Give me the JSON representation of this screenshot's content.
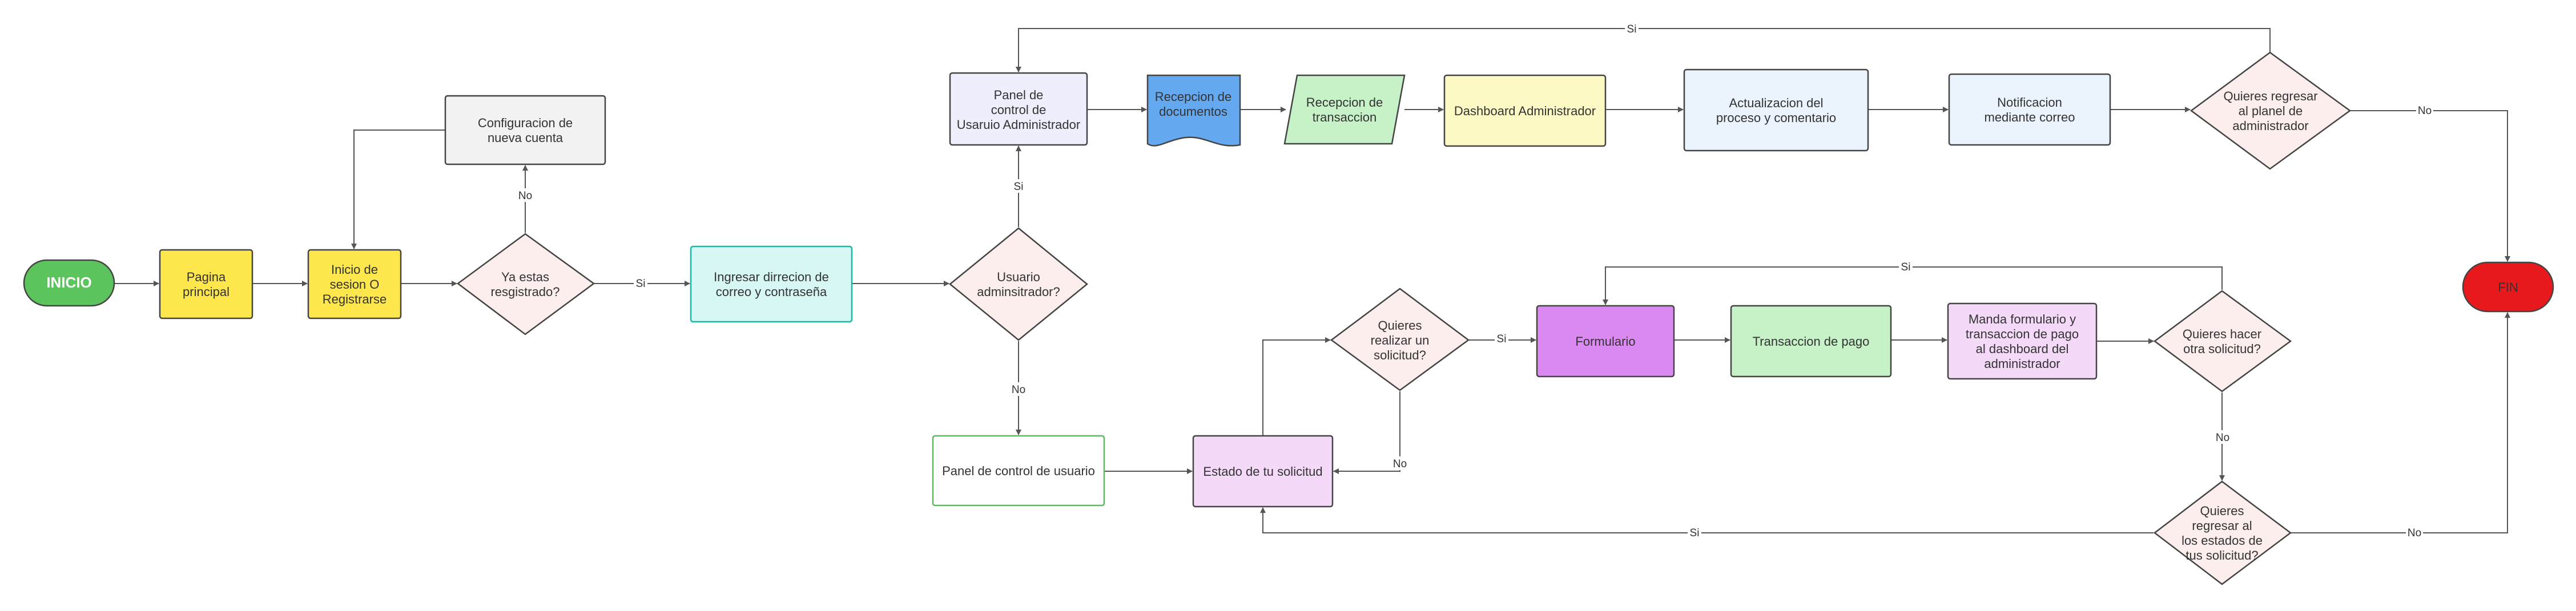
{
  "colors": {
    "line": "#555555",
    "stroke": "#444444",
    "text": "#333333",
    "start_fill": "#5cc45c",
    "end_fill": "#e8191c",
    "yellow": "#fde74c",
    "diamond": "#fdeeee",
    "grey": "#f2f2f3",
    "teal": "#d6f7f3",
    "teal_stroke": "#18b9a6",
    "lavender": "#eeeefc",
    "blue_doc": "#64a8f0",
    "green": "#c7f2c8",
    "light_yellow": "#fdf9c4",
    "light_blue": "#ebf3fd",
    "pink": "#f4d9f9",
    "magenta": "#db8af2",
    "white": "#ffffff",
    "green_stroke": "#5cb85c"
  },
  "nodes": {
    "inicio": "INICIO",
    "pagina": "Pagina principal",
    "inicio_sesion": "Inicio de sesion O Registrarse",
    "ya_registrado": "Ya estas resgistrado?",
    "config_cuenta": "Configuracion de nueva cuenta",
    "ingresar_correo": "Ingresar dirrecion de correo y contraseña",
    "usuario_admin": "Usuario adminsitrador?",
    "panel_admin": "Panel de control de Usaruio Administrador",
    "recepcion_docs": "Recepcion de documentos",
    "recepcion_trans": "Recepcion de transaccion",
    "dashboard_admin": "Dashboard Administrador",
    "actualizacion": "Actualizacion del proceso y comentario",
    "notificacion": "Notificacion mediante correo",
    "regresar_admin": "Quieres regresar al planel de administrador",
    "fin": "FIN",
    "panel_usuario": "Panel de control de usuario",
    "estado_solicitud": "Estado de tu solicitud",
    "realizar_solicitud": "Quieres realizar un solicitud?",
    "formulario": "Formulario",
    "transaccion_pago": "Transaccion de pago",
    "manda_formulario": "Manda formulario y transaccion de pago al dashboard del administrador",
    "otra_solicitud": "Quieres hacer otra solicitud?",
    "regresar_estados": "Quieres regresar al los estados de tus solicitud?"
  },
  "edge_labels": {
    "no_config": "No",
    "si_registrado": "Si",
    "si_admin": "Si",
    "no_admin": "No",
    "si_loop_admin": "Si",
    "no_fin_admin": "No",
    "si_formulario": "Si",
    "no_realizar": "No",
    "si_loop_formulario": "Si",
    "no_otra": "No",
    "si_estados": "Si",
    "no_fin_estados": "No"
  }
}
